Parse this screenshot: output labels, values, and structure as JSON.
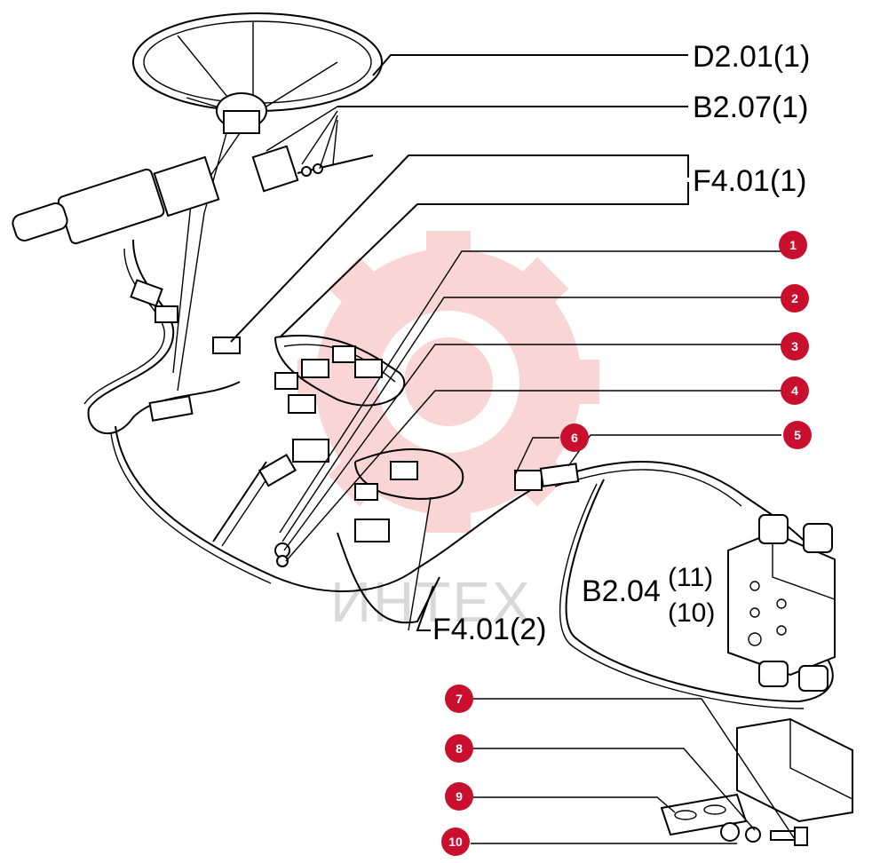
{
  "references": {
    "d2_01": "D2.01(1)",
    "b2_07": "B2.07(1)",
    "f4_01_1": "F4.01(1)",
    "b2_04": "B2.04",
    "b2_04_sup": "(11)",
    "b2_04_sub": "(10)",
    "f4_01_2": "F4.01(2)"
  },
  "callouts": [
    "1",
    "2",
    "3",
    "4",
    "5",
    "6",
    "7",
    "8",
    "9",
    "10"
  ],
  "watermark": {
    "text": "ИНТЕХ"
  },
  "colors": {
    "callout": "#c8102e",
    "watermark_gear": "#f5b3b3",
    "line": "#000000"
  }
}
